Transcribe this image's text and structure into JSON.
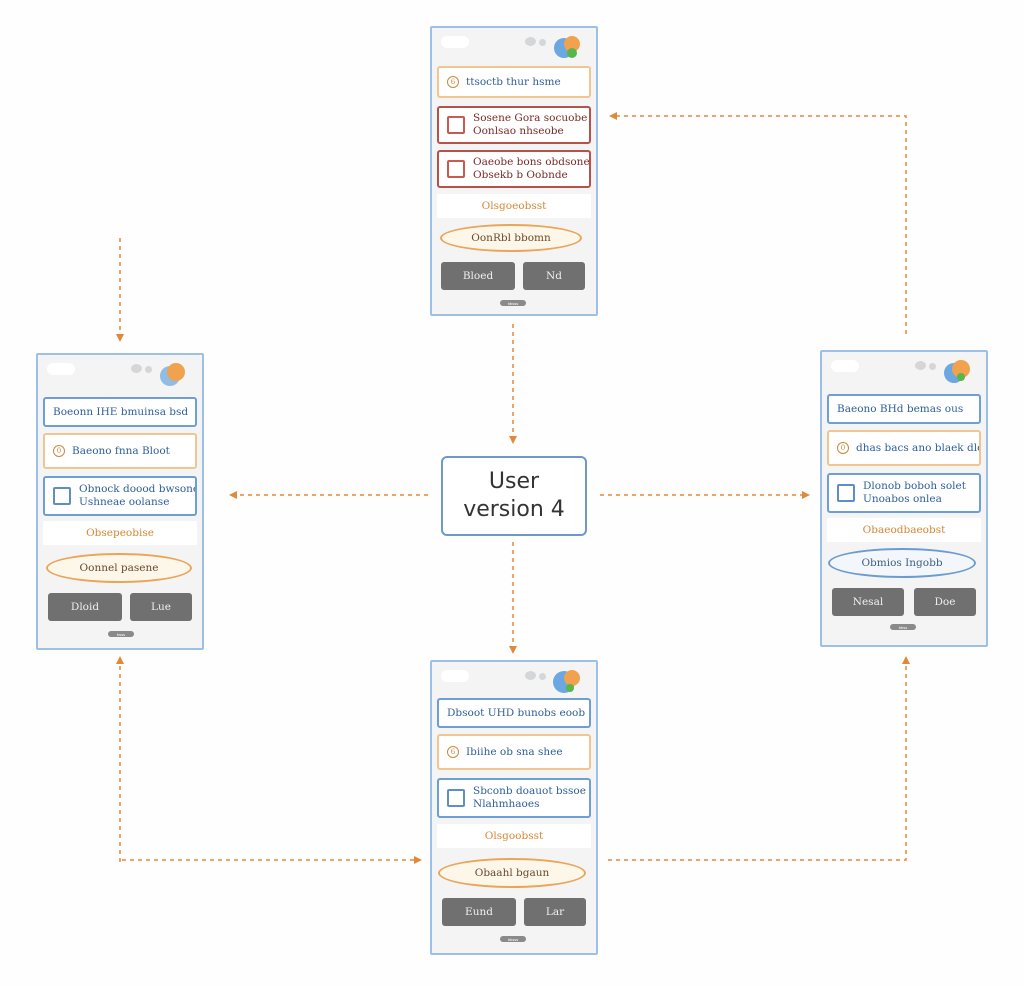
{
  "center": {
    "line1": "User",
    "line2": "version 4"
  },
  "colors": {
    "accent": "#e0893a",
    "frame": "#9dc0e6",
    "button": "#707070"
  },
  "phones": {
    "top": {
      "row1": "ttsoctb thur hsme",
      "row2a": "Sosene Gora socuobe",
      "row2b": "Oonlsao nhseobe",
      "row3a": "Oaeobe bons obdsone",
      "row3b": "Obsekb b Oobnde",
      "subhead": "Olsgoeobsst",
      "pill": "OonRbl bbomn",
      "btn_left": "Bloed",
      "btn_right": "Nd",
      "home": "bbsss"
    },
    "left": {
      "row1": "Boeonn IHE bmuinsa bsd",
      "row2": "Baeono fnna Bloot",
      "row3a": "Obnock doood bwsone",
      "row3b": "Ushneae oolanse",
      "subhead": "Obsepeobise",
      "pill": "Oonnel pasene",
      "btn_left": "Dloid",
      "btn_right": "Lue",
      "home": "bsss"
    },
    "right": {
      "row1": "Baeono BHd bemas ous",
      "row2": "dhas bacs ano blaek dloon",
      "row3a": "Dlonob boboh solet",
      "row3b": "Unoabos onlea",
      "subhead": "Obaeodbaeobst",
      "pill": "Obmios Ingobb",
      "btn_left": "Nesal",
      "btn_right": "Doe",
      "home": "bbss"
    },
    "bottom": {
      "row1": "Dbsoot UHD bunobs eoob",
      "row2": "Ibiihe ob sna shee",
      "row3a": "Sbconb doauot bssoe",
      "row3b": "Nlahmhaoes",
      "subhead": "Olsgoobsst",
      "pill": "Obaahl bgaun",
      "btn_left": "Eund",
      "btn_right": "Lar",
      "home": "bbsss"
    }
  }
}
